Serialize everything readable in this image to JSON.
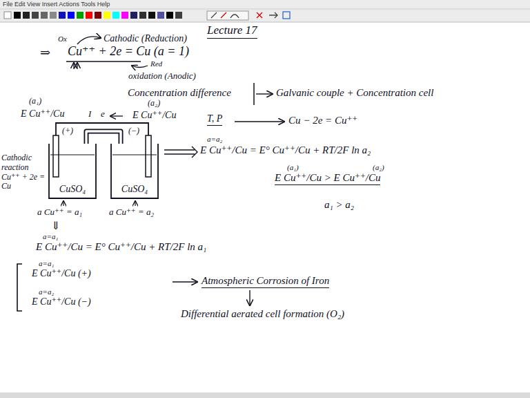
{
  "diagram": {
    "title": "Lecture 17",
    "nodes": [
      {
        "text": [
          "CuSO₄"
        ]
      },
      {
        "text": [
          "CuSO₄"
        ]
      }
    ],
    "edges": [
      {
        "from": 0,
        "to": 1,
        "arrow": "none"
      }
    ],
    "labels": [
      "File Edit View Insert Actions Tools Help",
      "Ox",
      "Cathodic (Reduction)",
      "⇒",
      "Cu⁺⁺ + 2e = Cu (a = 1)",
      "Red",
      "oxidation (Anodic)",
      "Concentration difference",
      "Galvanic couple + Concentration cell",
      "(a₁)",
      "E Cu⁺⁺/Cu",
      "I",
      "e",
      "(a₂)",
      "E Cu⁺⁺/Cu",
      "(+)",
      "(−)",
      "Cathodic reaction Cu⁺⁺ + 2e = Cu",
      "a Cu⁺⁺ = a₁",
      "a Cu⁺⁺ = a₂",
      "⇓",
      "a=a₁",
      "E Cu⁺⁺/Cu = E° Cu⁺⁺/Cu + RT/2F ln a₁",
      "a=a₁",
      "E Cu⁺⁺/Cu (+)",
      "a=a₂",
      "E Cu⁺⁺/Cu (−)",
      "Atmospheric Corrosion of Iron",
      "Differential aerated cell formation (O₂)",
      "T, P",
      "Cu − 2e = Cu⁺⁺",
      "a=a₂",
      "E Cu⁺⁺/Cu = E° Cu⁺⁺/Cu + RT/2F ln a₂",
      "(a₁)",
      "(a₂)",
      "E Cu⁺⁺/Cu > E Cu⁺⁺/Cu",
      "a₁ > a₂"
    ]
  }
}
